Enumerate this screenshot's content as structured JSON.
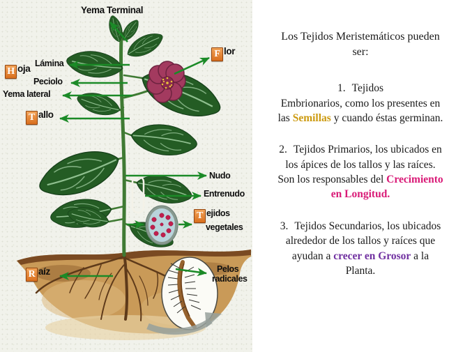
{
  "diagram": {
    "labels": {
      "yema_terminal": "Yema Terminal",
      "hoja_initial": "H",
      "hoja_rest": "oja",
      "lamina": "Lámina",
      "peciolo": "Peciolo",
      "yema_lateral": "Yema lateral",
      "tallo_initial": "T",
      "tallo_rest": "allo",
      "flor_initial": "F",
      "flor_rest": "lor",
      "nudo": "Nudo",
      "entrenudo": "Entrenudo",
      "tejidos_initial": "T",
      "tejidos_rest": "ejidos",
      "tejidos_line2": "vegetales",
      "raiz_initial": "R",
      "raiz_rest": "aíz",
      "pelos_line1": "Pelos",
      "pelos_line2": "radicales"
    },
    "colors": {
      "arrow_green": "#1B8A27",
      "badge_orange": "#D96F1E",
      "badge_border": "#93450E",
      "leaf_dark": "#245C24",
      "leaf_vein": "#8FBF8F",
      "stem_green": "#3F7A33",
      "flower_pink": "#A33A5F",
      "flower_center_yellow": "#E8C23A",
      "soil_tan": "#C99A58",
      "soil_dark": "#7A4A22",
      "cross_section_blue": "#B9D4DC",
      "cross_section_dot": "#C11F4E"
    }
  },
  "panel": {
    "title": "Los Tejidos Meristemáticos pueden ser:",
    "item1": {
      "number": "1.",
      "line1": "Tejidos",
      "pre": "Embrionarios, como los presentes en las ",
      "highlight": "Semillas",
      "post": " y cuando éstas germinan."
    },
    "item2": {
      "number": "2.",
      "pre": "Tejidos Primarios, los ubicados en los ápices de los tallos y las raíces.  Son los responsables del ",
      "highlight": "Crecimiento en Longitud."
    },
    "item3": {
      "number": "3.",
      "pre": "Tejidos Secundarios, los ubicados alrededor de los tallos y raíces que ayudan a ",
      "highlight": "crecer en Grosor",
      "post": " a la Planta."
    },
    "highlight_colors": {
      "item1": "#CC9A10",
      "item2": "#D91A77",
      "item3": "#7030A0"
    }
  }
}
